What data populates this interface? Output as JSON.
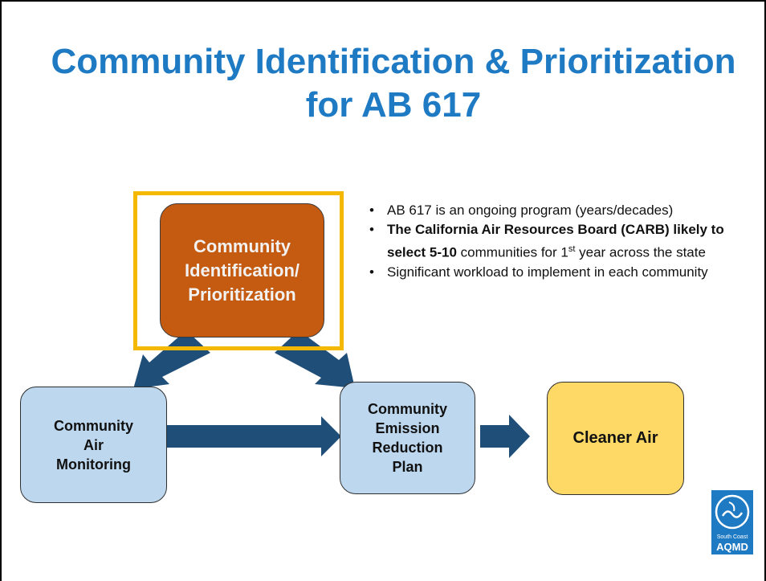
{
  "title": {
    "line1": "Community Identification & Prioritization",
    "line2": "for AB 617"
  },
  "nodes": {
    "prioritization": {
      "line1": "Community",
      "line2": "Identification/",
      "line3": "Prioritization"
    },
    "monitoring": {
      "line1": "Community",
      "line2": "Air",
      "line3": "Monitoring"
    },
    "plan": {
      "line1": "Community",
      "line2": "Emission",
      "line3": "Reduction",
      "line4": "Plan"
    },
    "cleaner_air": "Cleaner Air"
  },
  "bullets": {
    "b1": "AB 617 is an ongoing program (years/decades)",
    "b2_bold": "The California Air Resources Board (CARB) likely to select 5-10",
    "b2_rest_a": " communities for 1",
    "b2_sup": "st",
    "b2_rest_b": " year across the state",
    "b3": "Significant workload to implement in each community"
  },
  "logo": {
    "small": "South Coast",
    "big": "AQMD"
  },
  "colors": {
    "title": "#1f7ac4",
    "highlight_border": "#f5b800",
    "prioritization_fill": "#c55a11",
    "light_blue_fill": "#bdd7ee",
    "cleaner_air_fill": "#ffd966",
    "arrow": "#1f4e79"
  }
}
